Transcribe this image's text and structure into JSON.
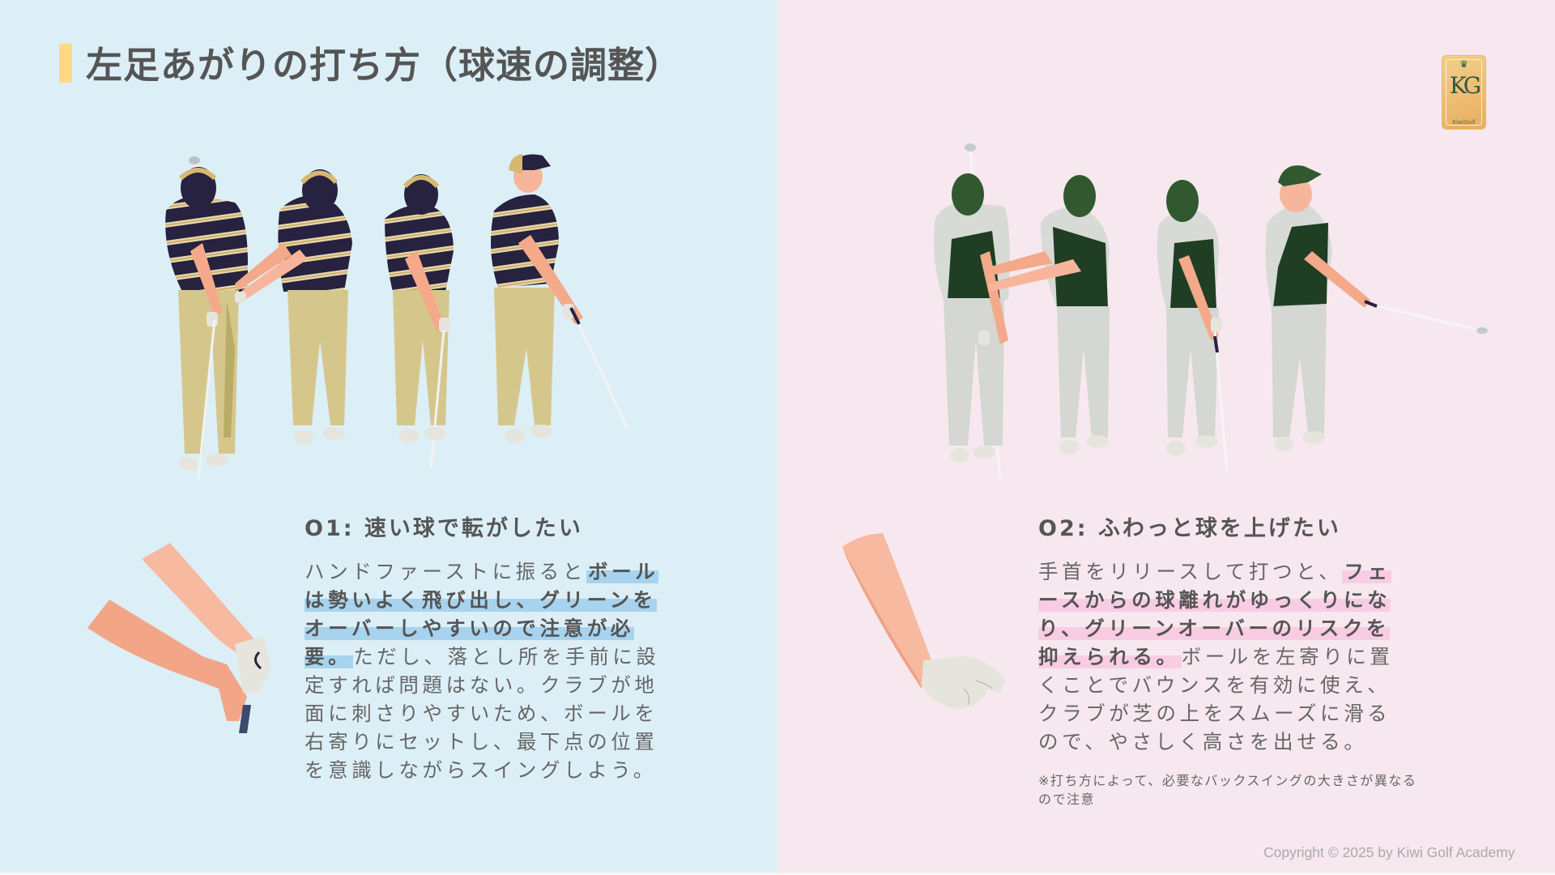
{
  "title": "左足あがりの打ち方（球速の調整）",
  "colors": {
    "left_bg": "#DCEFF7",
    "right_bg": "#F6E8EE",
    "title_accent": "#FFD980",
    "highlight_blue": "#A7D3EE",
    "highlight_pink": "#F8CDE3",
    "text": "#555555"
  },
  "logo": {
    "icon": "crown-icon",
    "monogram": "KG",
    "name": "KiwiGolf"
  },
  "sections": [
    {
      "heading": "O1:  速い球で転がしたい",
      "body_pre": "ハンドファーストに振ると",
      "body_highlight": "ボールは勢いよく飛び出し、グリーンをオーバーしやすいので注意が必要。",
      "body_post": "ただし、落とし所を手前に設定すれば問題はない。クラブが地面に刺さりやすいため、ボールを右寄りにセットし、最下点の位置を意識しながらスイングしよう。",
      "illustration": "golfer-sequence-striped-polo",
      "hand_illustration": "hands-forward-grip"
    },
    {
      "heading": "O2:  ふわっと球を上げたい",
      "body_pre": "手首をリリースして打つと、",
      "body_highlight": "フェースからの球離れがゆっくりになり、グリーンオーバーのリスクを抑えられる。",
      "body_post": "ボールを左寄りに置くことでバウンスを有効に使え、クラブが芝の上をスムーズに滑るので、やさしく高さを出せる。",
      "note": "※打ち方によって、必要なバックスイングの大きさが異なるので注意",
      "illustration": "golfer-sequence-green-vest",
      "hand_illustration": "wrist-release-fist"
    }
  ],
  "copyright": "Copyright © 2025 by Kiwi Golf Academy"
}
